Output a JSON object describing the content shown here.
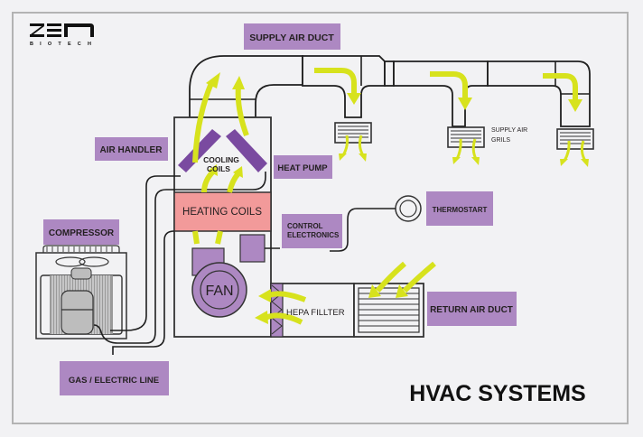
{
  "logo": {
    "main": "ZEN",
    "sub": "BIOTECH"
  },
  "title": "HVAC SYSTEMS",
  "colors": {
    "background": "#f2f2f4",
    "frame": "#b3b3b3",
    "label_fill": "#ad88c2",
    "component_purple": "#7a4aa0",
    "fan_purple": "#ad88c2",
    "heating": "#f29a9a",
    "airflow": "#d7e21d",
    "line": "#1f1f1f"
  },
  "labels": {
    "supply_air_duct": "SUPPLY AIR DUCT",
    "air_handler": "AIR HANDLER",
    "heat_pump": "HEAT PUMP",
    "compressor": "COMPRESSOR",
    "control_electronics_1": "CONTROL",
    "control_electronics_2": "ELECTRONICS",
    "thermostat": "THERMOSTART",
    "return_air_duct": "RETURN AIR DUCT",
    "gas_electric_line": "GAS / ELECTRIC LINE",
    "hepa_filter": "HEPA FILLTER",
    "cooling_coils_1": "COOLING",
    "cooling_coils_2": "COILS",
    "heating_coils": "HEATING COILS",
    "fan": "FAN",
    "supply_air_grills_1": "SUPPLY AIR",
    "supply_air_grills_2": "GRILS"
  }
}
